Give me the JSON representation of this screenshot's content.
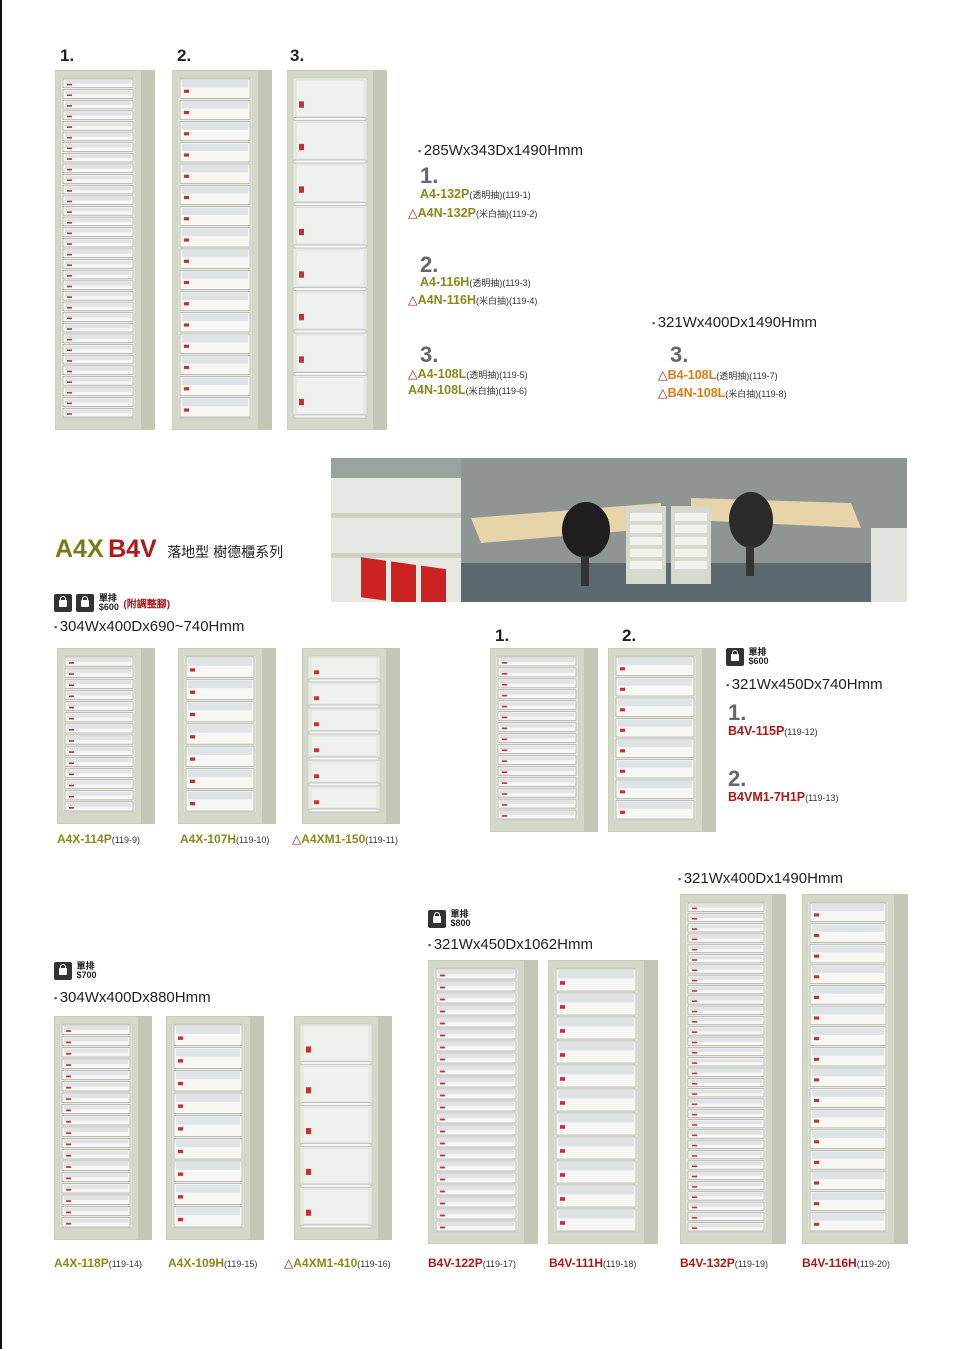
{
  "top": {
    "labels": [
      "1.",
      "2.",
      "3."
    ],
    "dim_a4": "285Wx343Dx1490Hmm",
    "dim_b4": "321Wx400Dx1490Hmm",
    "groups": [
      {
        "num": "1.",
        "lines": [
          {
            "tri": "",
            "name": "A4-132P",
            "desc": "(透明抽)",
            "code": "(119-1)"
          },
          {
            "tri": "△",
            "name": "A4N-132P",
            "desc": "(米白抽)",
            "code": "(119-2)"
          }
        ]
      },
      {
        "num": "2.",
        "lines": [
          {
            "tri": "",
            "name": "A4-116H",
            "desc": "(透明抽)",
            "code": "(119-3)"
          },
          {
            "tri": "△",
            "name": "A4N-116H",
            "desc": "(米白抽)",
            "code": "(119-4)"
          }
        ]
      },
      {
        "num": "3.",
        "lines": [
          {
            "tri": "△",
            "name": "A4-108L",
            "desc": "(透明抽)",
            "code": "(119-5)"
          },
          {
            "tri": "",
            "name": "A4N-108L",
            "desc": "(米白抽)",
            "code": "(119-6)"
          }
        ]
      },
      {
        "num": "3.",
        "lines": [
          {
            "tri": "△",
            "name": "B4-108L",
            "desc": "(透明抽)",
            "code": "(119-7)"
          },
          {
            "tri": "△",
            "name": "B4N-108L",
            "desc": "(米白抽)",
            "code": "(119-8)"
          }
        ]
      }
    ]
  },
  "series": {
    "a": "A4X",
    "b": "B4V",
    "c": "落地型  樹德櫃系列"
  },
  "mid": {
    "badge_label": "單排",
    "badge_price": "$600",
    "badge_note": "(附調整腳)",
    "dim": "304Wx400Dx690~740Hmm",
    "captions": [
      {
        "tri": "",
        "name": "A4X-114P",
        "code": "(119-9)"
      },
      {
        "tri": "",
        "name": "A4X-107H",
        "code": "(119-10)"
      },
      {
        "tri": "△",
        "name": "A4XM1-150",
        "code": "(119-11)"
      }
    ],
    "right_labels": [
      "1.",
      "2."
    ],
    "right_badge_label": "單排",
    "right_badge_price": "$600",
    "right_dim": "321Wx450Dx740Hmm",
    "right_items": [
      {
        "num": "1.",
        "name": "B4V-115P",
        "code": "(119-12)"
      },
      {
        "num": "2.",
        "name": "B4VM1-7H1P",
        "code": "(119-13)"
      }
    ]
  },
  "bottom": {
    "a_badge_label": "單排",
    "a_badge_price": "$700",
    "a_dim": "304Wx400Dx880Hmm",
    "b_badge_label": "單排",
    "b_badge_price": "$800",
    "b_dim": "321Wx450Dx1062Hmm",
    "c_dim": "321Wx400Dx1490Hmm",
    "captions": [
      {
        "tri": "",
        "name": "A4X-118P",
        "code": "(119-14)",
        "color": "olive"
      },
      {
        "tri": "",
        "name": "A4X-109H",
        "code": "(119-15)",
        "color": "olive"
      },
      {
        "tri": "△",
        "name": "A4XM1-410",
        "code": "(119-16)",
        "color": "olive"
      },
      {
        "tri": "",
        "name": "B4V-122P",
        "code": "(119-17)",
        "color": "red"
      },
      {
        "tri": "",
        "name": "B4V-111H",
        "code": "(119-18)",
        "color": "red"
      },
      {
        "tri": "",
        "name": "B4V-132P",
        "code": "(119-19)",
        "color": "red"
      },
      {
        "tri": "",
        "name": "B4V-116H",
        "code": "(119-20)",
        "color": "red"
      }
    ]
  },
  "colors": {
    "olive": "#8a8a1a",
    "red": "#b01818",
    "orange": "#e07a10",
    "cabinet": "#d4d8c8"
  }
}
